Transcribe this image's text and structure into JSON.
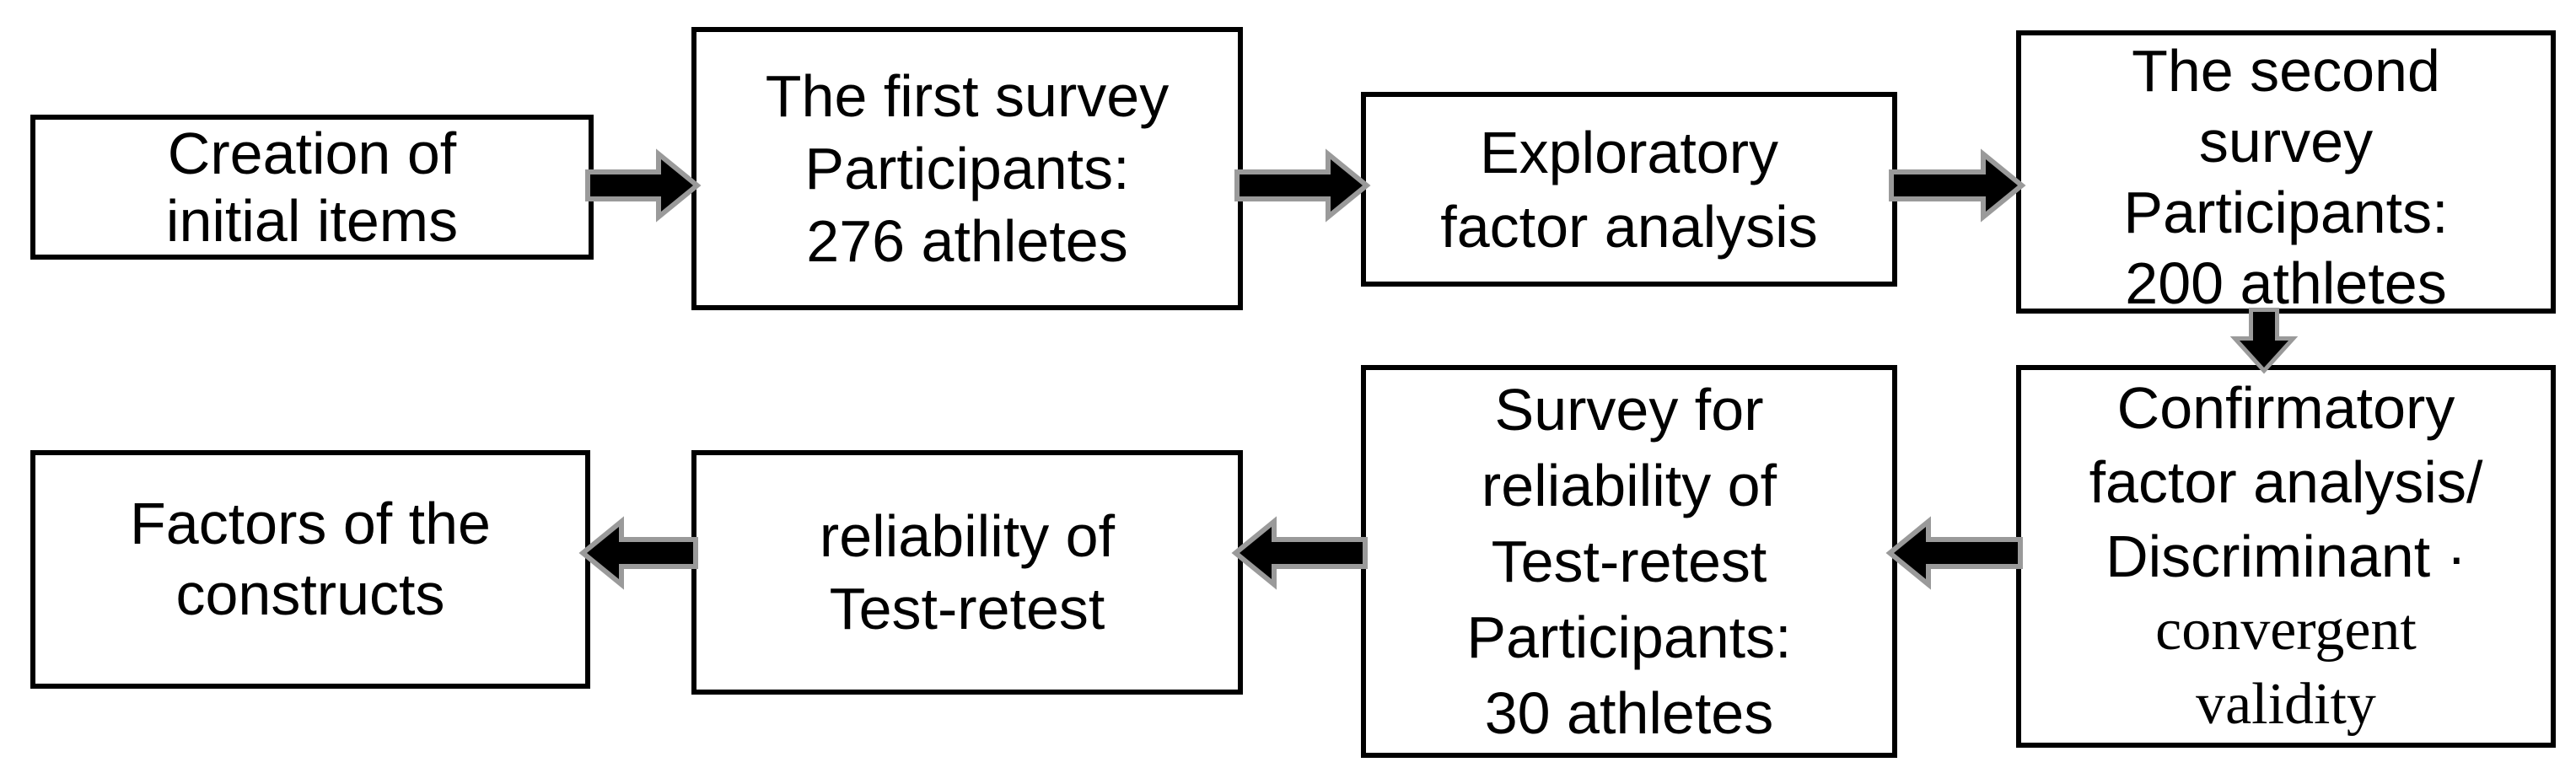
{
  "diagram": {
    "type": "flowchart",
    "background_color": "#ffffff",
    "box_border_color": "#000000",
    "box_fill_color": "#ffffff",
    "text_color": "#000000",
    "arrow_fill_color": "#000000",
    "arrow_halo_color": "#9a9a9a",
    "boxes": [
      {
        "id": "creation-of-initial-items",
        "lines": [
          "Creation of",
          "initial items"
        ]
      },
      {
        "id": "first-survey",
        "lines": [
          "The first survey",
          "Participants:",
          "276 athletes"
        ]
      },
      {
        "id": "exploratory-factor-analysis",
        "lines": [
          "Exploratory",
          "factor analysis"
        ]
      },
      {
        "id": "second-survey",
        "lines": [
          "The second",
          "survey",
          "Participants:",
          "200 athletes"
        ]
      },
      {
        "id": "confirmatory-factor-analysis",
        "lines": [
          "Confirmatory",
          "factor analysis/",
          "Discriminant ·",
          "convergent",
          "validity"
        ],
        "serif_from": 3
      },
      {
        "id": "survey-test-retest",
        "lines": [
          "Survey for",
          "reliability of",
          "Test-retest",
          "Participants:",
          "30 athletes"
        ]
      },
      {
        "id": "reliability-test-retest",
        "lines": [
          "reliability of",
          "Test-retest"
        ]
      },
      {
        "id": "factors-of-constructs",
        "lines": [
          "Factors of the",
          "constructs"
        ]
      }
    ],
    "arrows": [
      {
        "from": "creation-of-initial-items",
        "to": "first-survey",
        "direction": "right"
      },
      {
        "from": "first-survey",
        "to": "exploratory-factor-analysis",
        "direction": "right"
      },
      {
        "from": "exploratory-factor-analysis",
        "to": "second-survey",
        "direction": "right"
      },
      {
        "from": "second-survey",
        "to": "confirmatory-factor-analysis",
        "direction": "down"
      },
      {
        "from": "confirmatory-factor-analysis",
        "to": "survey-test-retest",
        "direction": "left"
      },
      {
        "from": "survey-test-retest",
        "to": "reliability-test-retest",
        "direction": "left"
      },
      {
        "from": "reliability-test-retest",
        "to": "factors-of-constructs",
        "direction": "left"
      }
    ]
  }
}
